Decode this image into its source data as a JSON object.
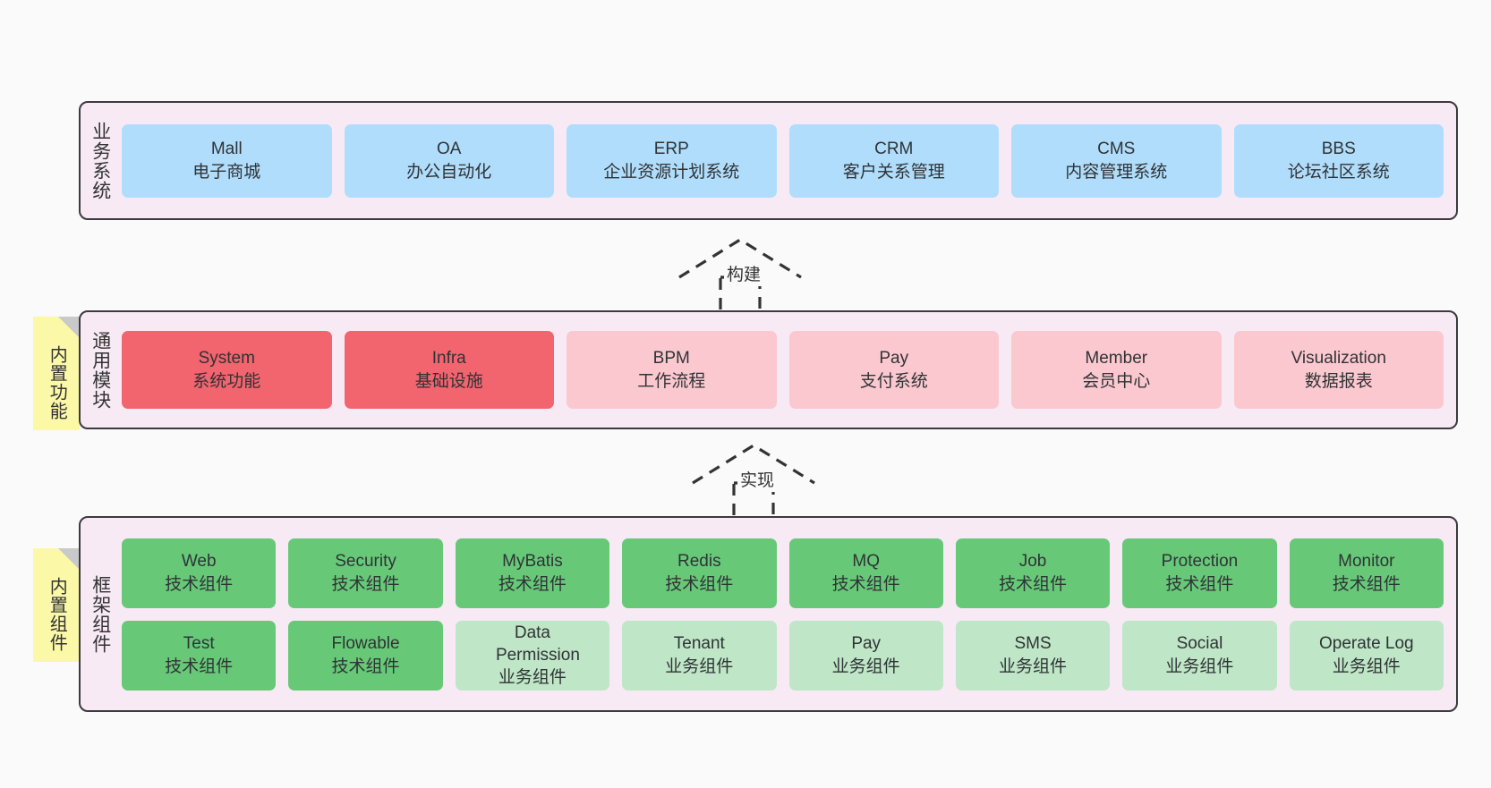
{
  "diagram": {
    "title": "",
    "colors": {
      "panel_bg": "#f7eaf4",
      "panel_border": "#3d3a3f",
      "blue": "#b0ddfb",
      "red": "#f2646e",
      "pink": "#fbc8cf",
      "green": "#67c978",
      "light_green": "#bfe6c6",
      "note_yellow": "#fbf8a8",
      "canvas_bg": "#fafafa"
    }
  },
  "layers": [
    {
      "id": "business-system",
      "title": "业务系统",
      "nodes": [
        {
          "name": "Mall",
          "desc": "电子商城",
          "style": "blue"
        },
        {
          "name": "OA",
          "desc": "办公自动化",
          "style": "blue"
        },
        {
          "name": "ERP",
          "desc": "企业资源计划系统",
          "style": "blue"
        },
        {
          "name": "CRM",
          "desc": "客户关系管理",
          "style": "blue"
        },
        {
          "name": "CMS",
          "desc": "内容管理系统",
          "style": "blue"
        },
        {
          "name": "BBS",
          "desc": "论坛社区系统",
          "style": "blue"
        }
      ]
    },
    {
      "id": "common-module",
      "title": "通用模块",
      "note": "内置功能",
      "nodes": [
        {
          "name": "System",
          "desc": "系统功能",
          "style": "red"
        },
        {
          "name": "Infra",
          "desc": "基础设施",
          "style": "red"
        },
        {
          "name": "BPM",
          "desc": "工作流程",
          "style": "pink"
        },
        {
          "name": "Pay",
          "desc": "支付系统",
          "style": "pink"
        },
        {
          "name": "Member",
          "desc": "会员中心",
          "style": "pink"
        },
        {
          "name": "Visualization",
          "desc": "数据报表",
          "style": "pink"
        }
      ]
    },
    {
      "id": "framework-component",
      "title": "框架组件",
      "note": "内置组件",
      "rows": [
        [
          {
            "name": "Web",
            "desc": "技术组件",
            "style": "green"
          },
          {
            "name": "Security",
            "desc": "技术组件",
            "style": "green"
          },
          {
            "name": "MyBatis",
            "desc": "技术组件",
            "style": "green"
          },
          {
            "name": "Redis",
            "desc": "技术组件",
            "style": "green"
          },
          {
            "name": "MQ",
            "desc": "技术组件",
            "style": "green"
          },
          {
            "name": "Job",
            "desc": "技术组件",
            "style": "green"
          },
          {
            "name": "Protection",
            "desc": "技术组件",
            "style": "green"
          },
          {
            "name": "Monitor",
            "desc": "技术组件",
            "style": "green"
          }
        ],
        [
          {
            "name": "Test",
            "desc": "技术组件",
            "style": "green"
          },
          {
            "name": "Flowable",
            "desc": "技术组件",
            "style": "green"
          },
          {
            "name": "Data Permission",
            "desc": "业务组件",
            "style": "lightgreen"
          },
          {
            "name": "Tenant",
            "desc": "业务组件",
            "style": "lightgreen"
          },
          {
            "name": "Pay",
            "desc": "业务组件",
            "style": "lightgreen"
          },
          {
            "name": "SMS",
            "desc": "业务组件",
            "style": "lightgreen"
          },
          {
            "name": "Social",
            "desc": "业务组件",
            "style": "lightgreen"
          },
          {
            "name": "Operate Log",
            "desc": "业务组件",
            "style": "lightgreen"
          }
        ]
      ]
    }
  ],
  "connectors": [
    {
      "id": "build",
      "label": "构建",
      "from": "common-module",
      "to": "business-system"
    },
    {
      "id": "implement",
      "label": "实现",
      "from": "framework-component",
      "to": "common-module"
    }
  ]
}
